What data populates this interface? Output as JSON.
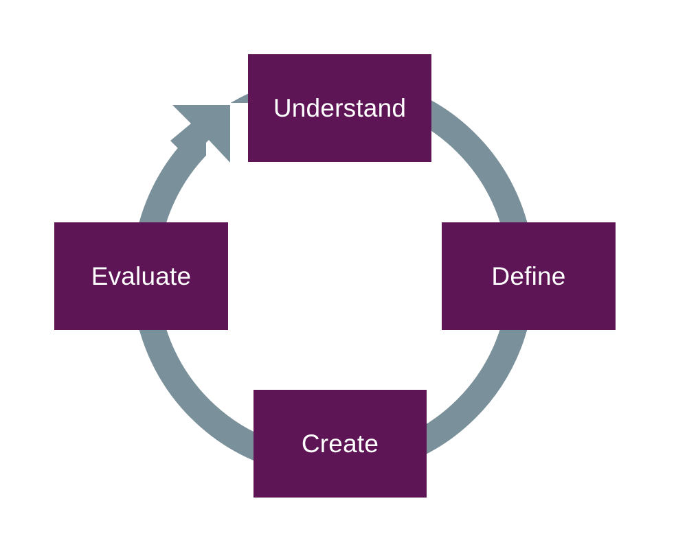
{
  "diagram": {
    "colors": {
      "box_fill": "#5e1555",
      "box_text": "#ffffff",
      "arrow": "#7a909a",
      "background": "#ffffff"
    },
    "stages": [
      {
        "id": "understand",
        "label": "Understand"
      },
      {
        "id": "define",
        "label": "Define"
      },
      {
        "id": "create",
        "label": "Create"
      },
      {
        "id": "evaluate",
        "label": "Evaluate"
      }
    ],
    "flow": "clockwise",
    "arrowhead_position": "top-left, pointing to Understand"
  }
}
